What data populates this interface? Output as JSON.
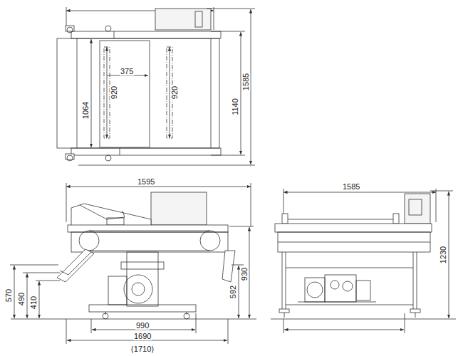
{
  "diagram": {
    "labels": [
      "375",
      "1064",
      "920",
      "920",
      "1140",
      "1585",
      "1595",
      "1585",
      "570",
      "490",
      "410",
      "592",
      "930",
      "1230",
      "990",
      "1690",
      "⟨1710⟩"
    ]
  }
}
